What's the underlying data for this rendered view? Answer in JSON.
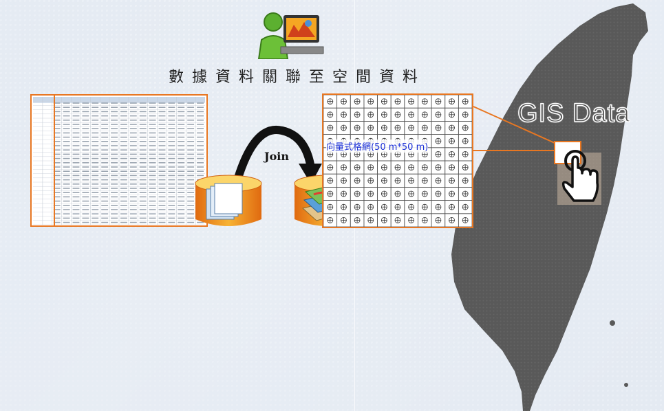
{
  "title": "數據資料關聯至空間資料",
  "join_label": "Join",
  "grid_caption": "向量式格網(50 m*50 m)",
  "gis_title": "GIS Data",
  "colors": {
    "accent": "#e87722",
    "caption_blue": "#1a2fd6",
    "island": "#5a5a5a",
    "db_orange": "#f39a1e"
  },
  "icons": [
    "user-at-computer-icon",
    "document-stack-icon",
    "map-layers-icon",
    "pointing-hand-icon"
  ]
}
